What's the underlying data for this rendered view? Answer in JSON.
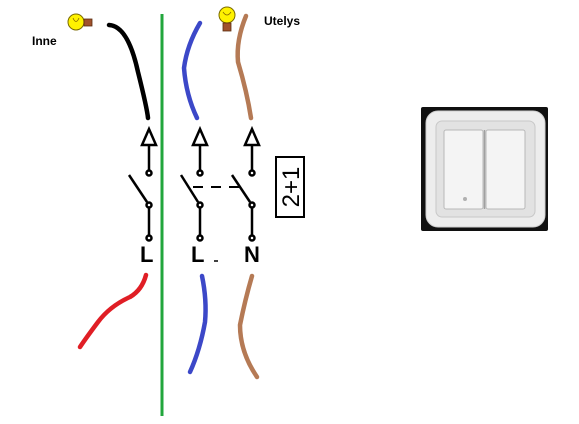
{
  "labels": {
    "lamp_inner": "Inne",
    "lamp_outer": "Utelys"
  },
  "terminals": {
    "left_switch": "L",
    "middle_switch": "L",
    "right_switch": "N"
  },
  "switch_code": "2+1",
  "icons": {
    "lamp": "light-bulb-icon",
    "wall_switch": "double-rocker-switch-photo"
  },
  "colors": {
    "wire_black": "#000000",
    "wire_blue": "#3c48c8",
    "wire_brown": "#b57a55",
    "wire_red": "#e01e25",
    "separator_green": "#22a63c",
    "bulb_glass": "#fff200",
    "bulb_base": "#a0522d"
  }
}
